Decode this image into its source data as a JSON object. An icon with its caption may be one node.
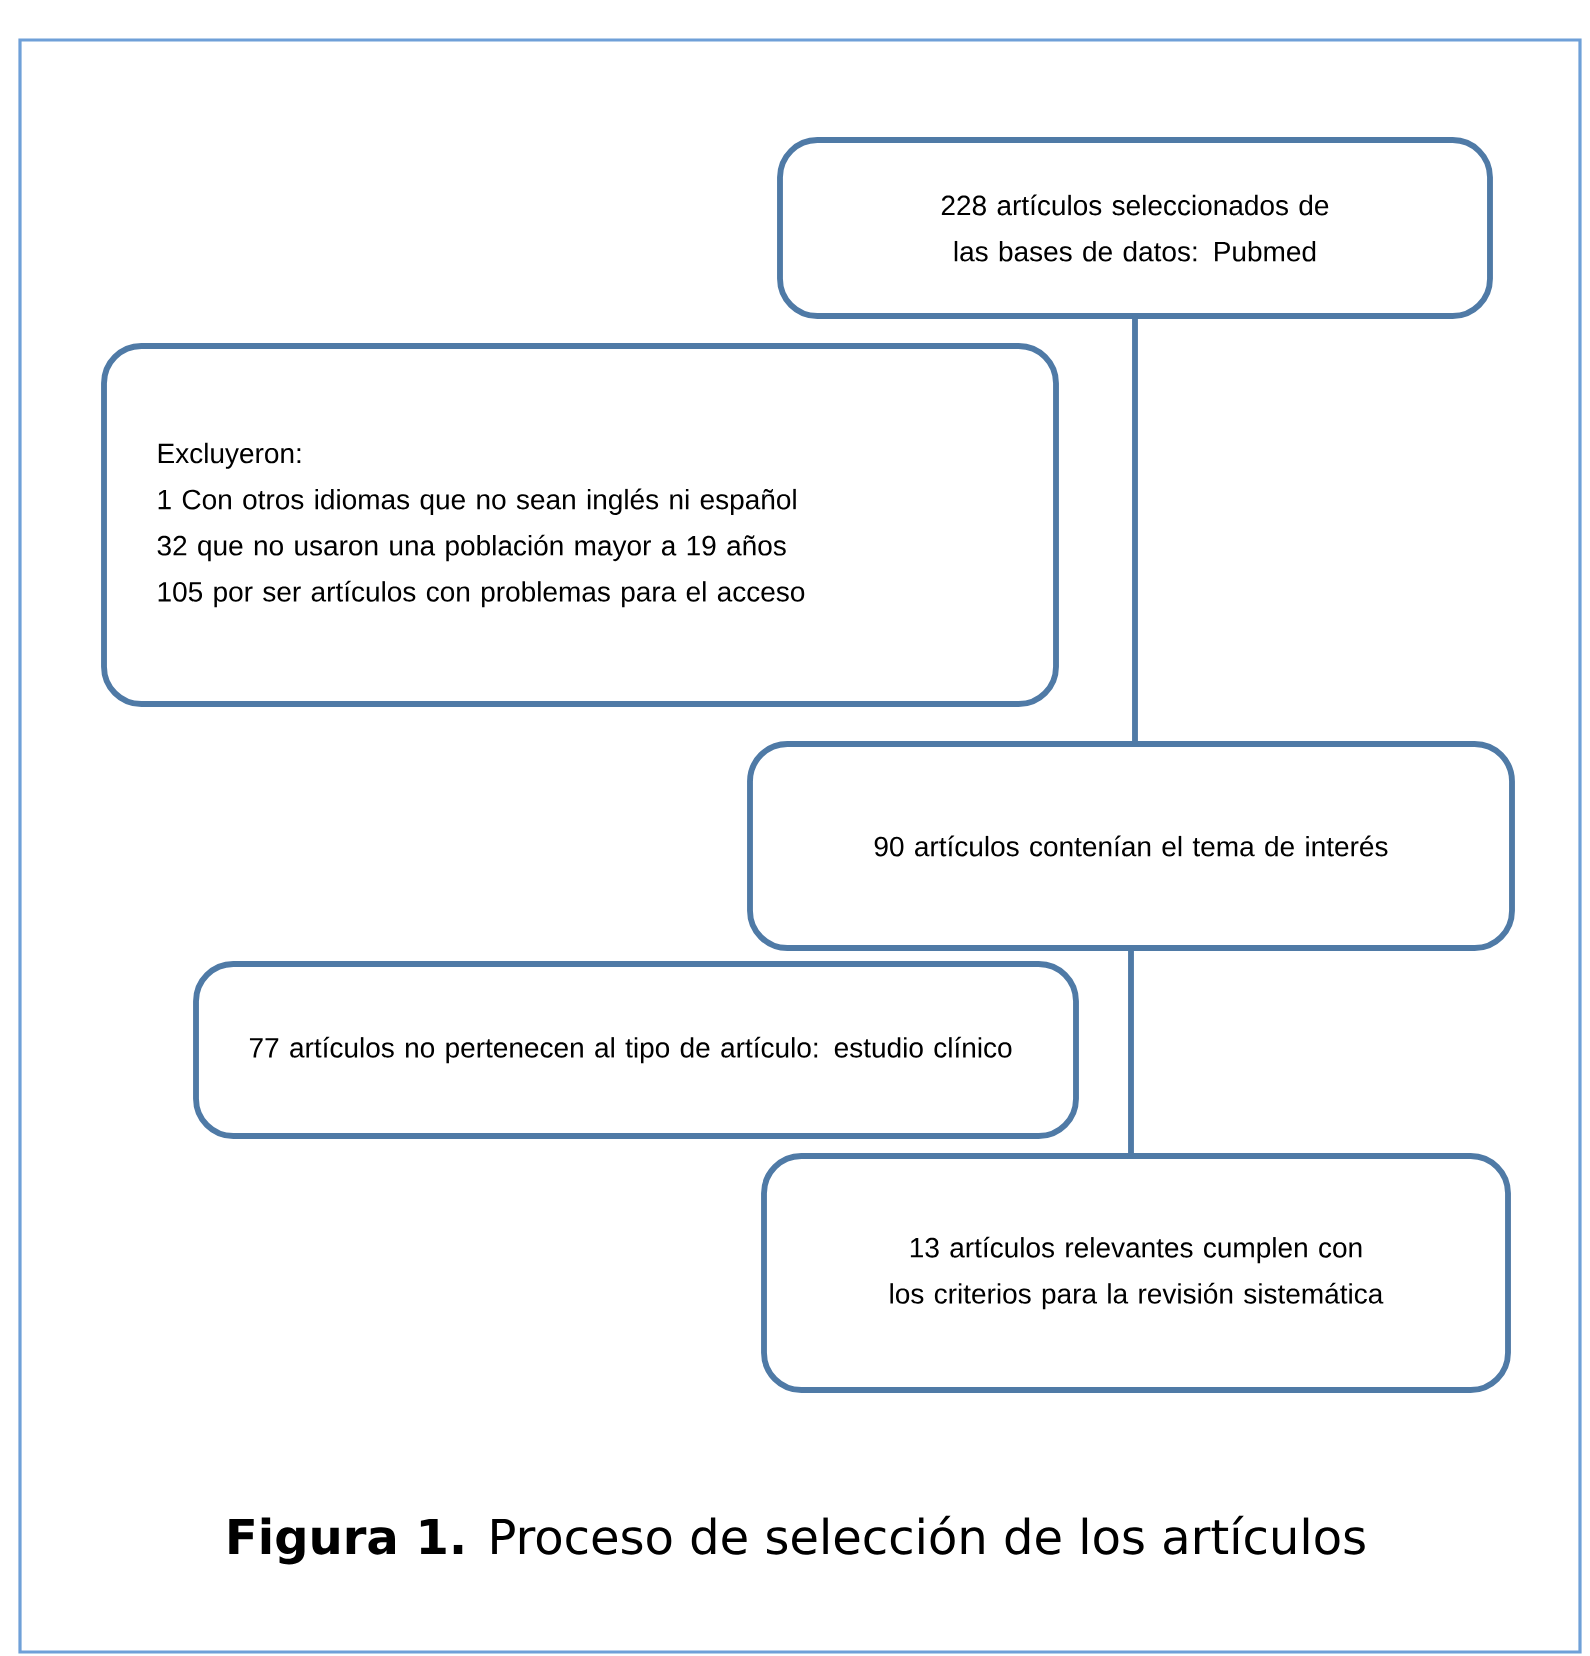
{
  "diagram": {
    "caption": "**Figura 1.** Proceso de selección de los artículos",
    "nodes": [
      {
        "text": [
          "228 artículos seleccionados de las bases de datos: Pubmed"
        ]
      },
      {
        "text": [
          "Excluyeron:",
          "1 Con otros idiomas que no sean inglés ni español",
          "32 que no usaron una población mayor a 19 años",
          "105 por ser artículos con problemas para el acceso"
        ]
      },
      {
        "text": [
          "90 artículos contenían el tema de interés"
        ]
      },
      {
        "text": [
          "77 artículos no pertenecen al tipo de artículo: estudio clínico"
        ]
      },
      {
        "text": [
          "13 artículos relevantes cumplen con los criterios para la revisión sistemática"
        ]
      }
    ],
    "edges": [
      {
        "from": 0,
        "to": 2,
        "arrow": "none"
      },
      {
        "from": 2,
        "to": 4,
        "arrow": "none"
      }
    ]
  }
}
